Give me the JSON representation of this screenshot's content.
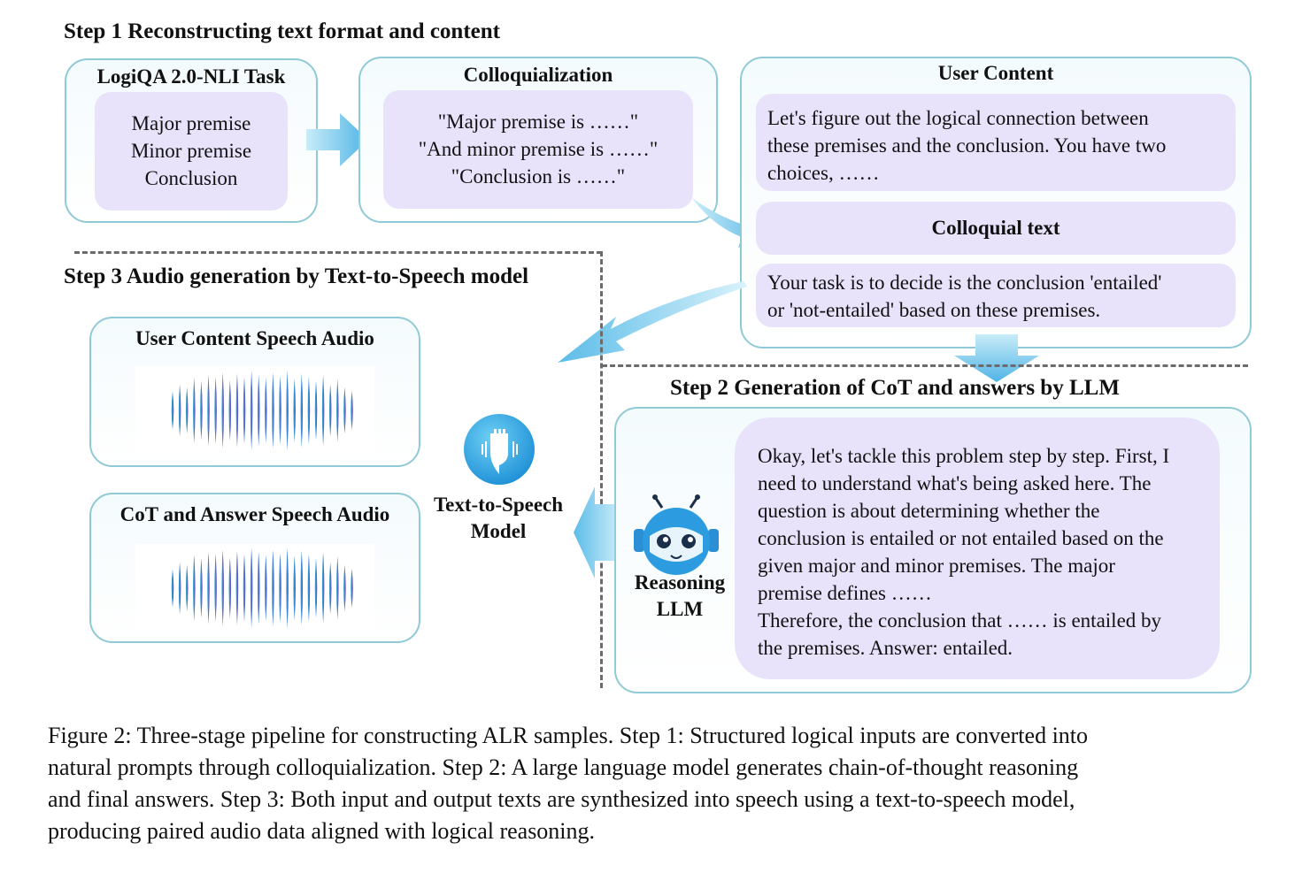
{
  "step1": {
    "title": "Step 1 Reconstructing text format and content",
    "task_box": {
      "title": "LogiQA 2.0-NLI Task",
      "lines": [
        "Major premise",
        "Minor premise",
        "Conclusion"
      ]
    },
    "colloq_box": {
      "title": "Colloquialization",
      "lines": [
        "\"Major premise is ……\"",
        "\"And minor premise is ……\"",
        "\"Conclusion is ……\""
      ]
    },
    "user_content": {
      "title": "User Content",
      "intro_lines": [
        "Let's figure out the logical connection between",
        "these premises and the conclusion. You have two",
        "choices, ……"
      ],
      "colloquial_label": "Colloquial text",
      "task_lines": [
        "Your task is to decide is the conclusion 'entailed'",
        "or 'not-entailed' based on these premises."
      ]
    }
  },
  "step2": {
    "title": "Step 2 Generation of CoT and answers by LLM",
    "llm_label": [
      "Reasoning",
      "LLM"
    ],
    "cot_lines": [
      "Okay, let's tackle this problem step by step. First, I",
      "need to understand what's being asked here. The",
      "question is about determining whether the",
      "conclusion is entailed or not entailed based on the",
      "given major and minor premises. The major",
      "premise defines ……",
      "Therefore, the conclusion that …… is entailed by",
      "the premises. Answer: entailed."
    ]
  },
  "step3": {
    "title": "Step 3 Audio generation by Text-to-Speech model",
    "user_audio_title": "User Content Speech Audio",
    "cot_audio_title": "CoT and Answer Speech Audio",
    "tts_label": [
      "Text-to-Speech",
      "Model"
    ]
  },
  "caption": {
    "lines": [
      "Figure 2: Three-stage pipeline for constructing ALR samples. Step 1: Structured logical inputs are converted into",
      "natural prompts through colloquialization. Step 2: A large language model generates chain-of-thought reasoning",
      "and final answers. Step 3: Both input and output texts are synthesized into speech using a text-to-speech model,",
      "producing paired audio data aligned with logical reasoning."
    ]
  },
  "colors": {
    "border": "#8fcad6",
    "inner_fill": "#e8e3fb",
    "arrow": "#5bb9e6",
    "wave_start": "#3bb3c8",
    "wave_end": "#7a3fd0"
  }
}
